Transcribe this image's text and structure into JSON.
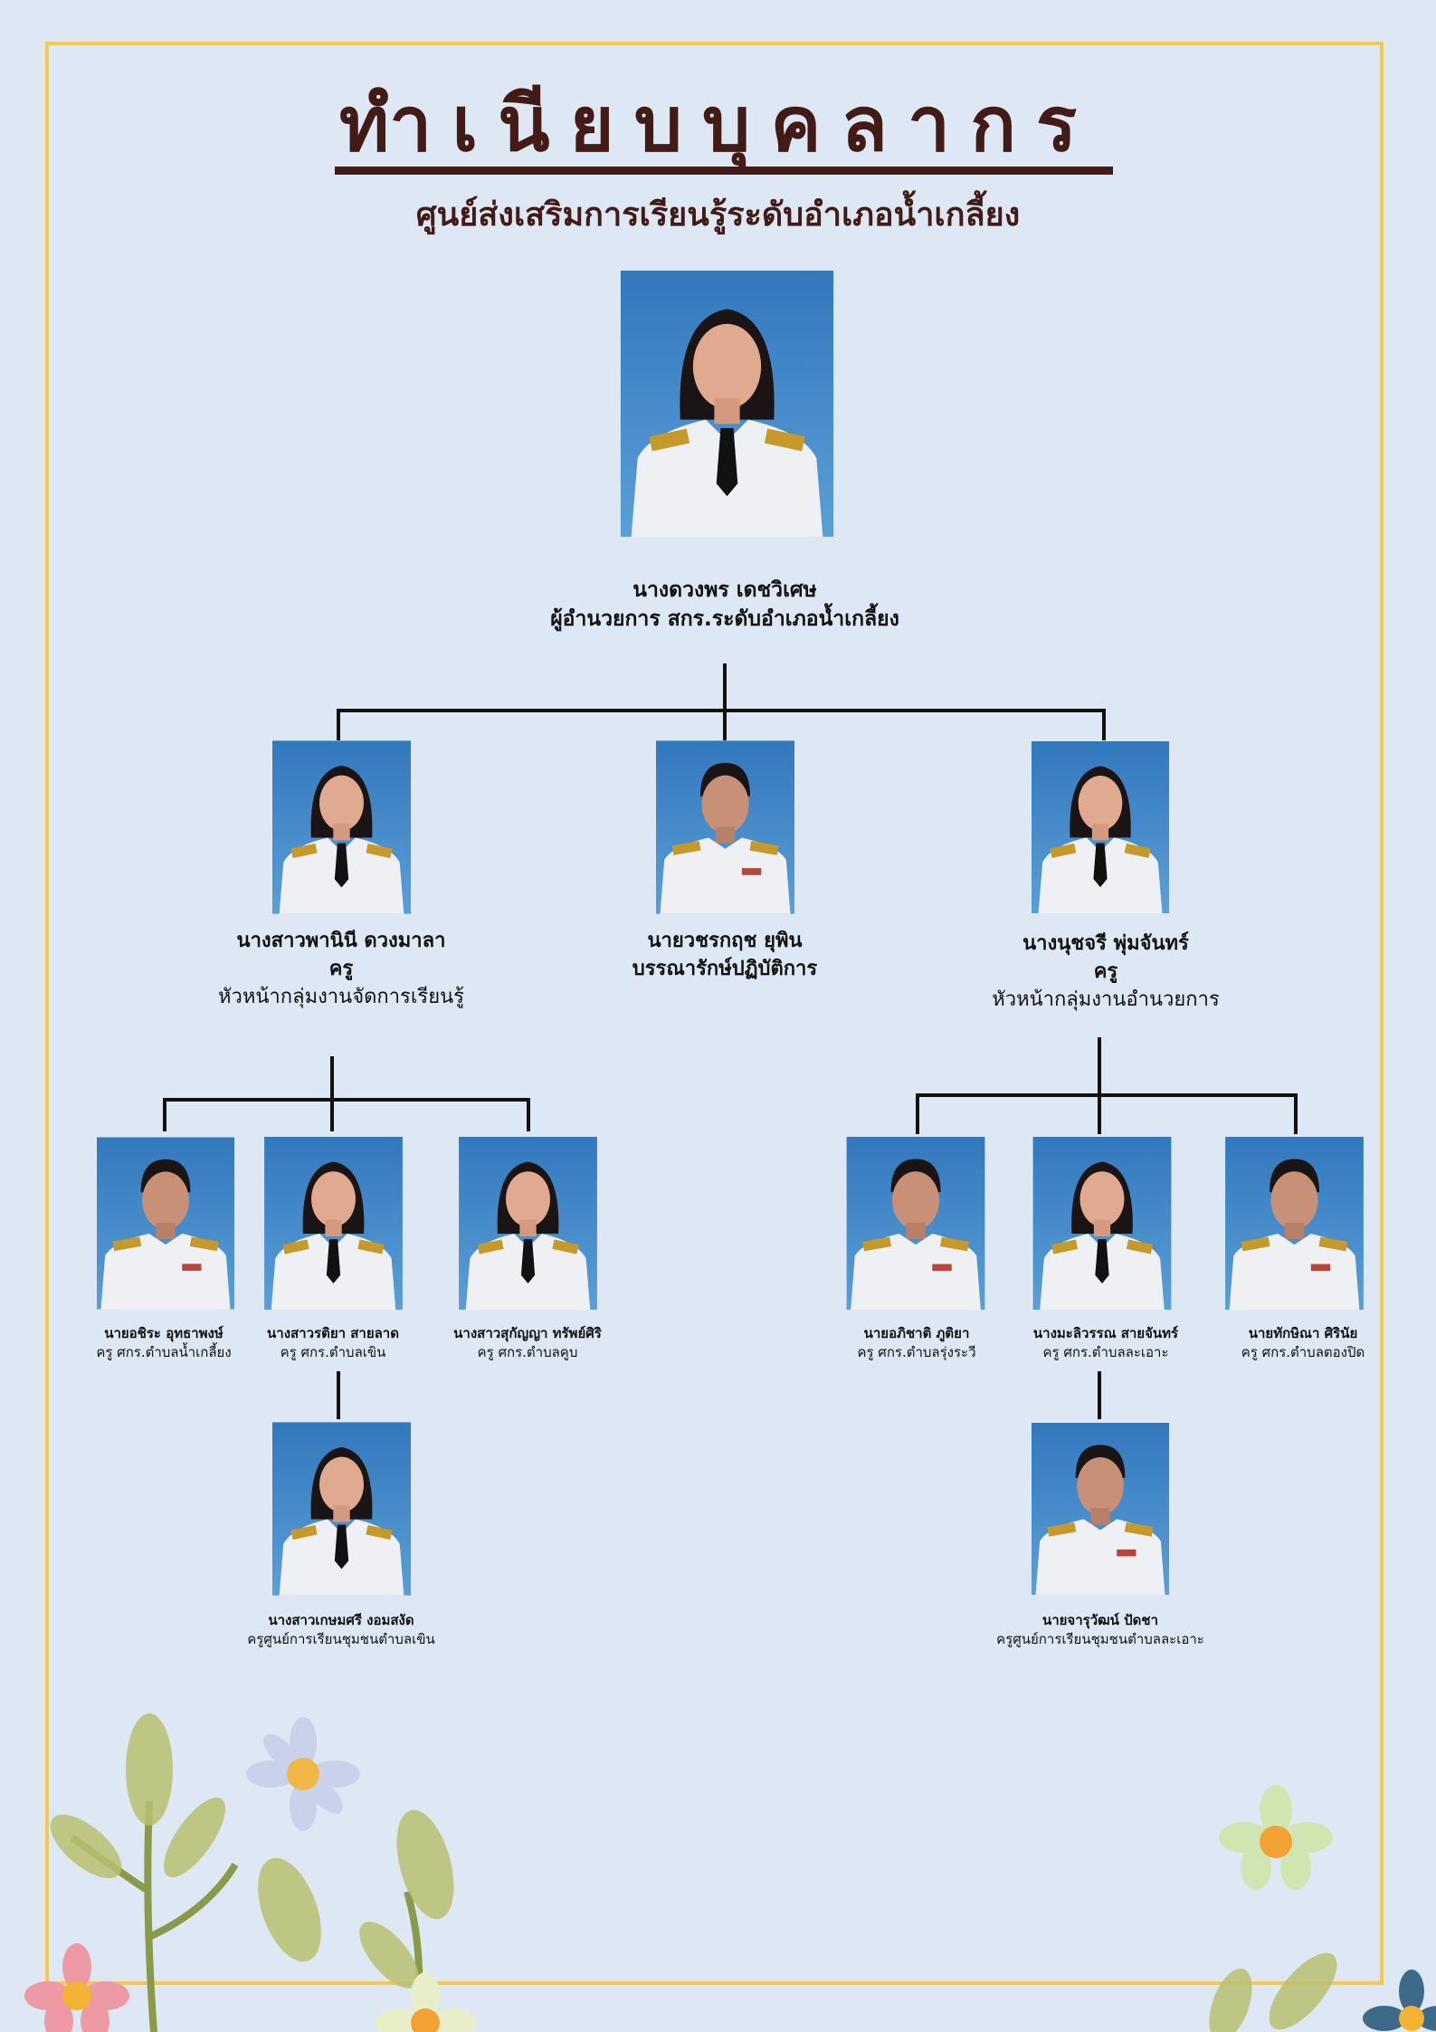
{
  "header": {
    "title": "ทำเนียบบุคลากร",
    "subtitle": "ศูนย์ส่งเสริมการเรียนรู้ระดับอำเภอน้ำเกลี้ยง"
  },
  "director": {
    "name": "นางดวงพร เดชวิเศษ",
    "role": "ผู้อำนวยการ  สกร.ระดับอำเภอน้ำเกลี้ยง"
  },
  "level2": [
    {
      "name": "นางสาวพานินี  ดวงมาลา",
      "role": "ครู",
      "duty": "หัวหน้ากลุ่มงานจัดการเรียนรู้"
    },
    {
      "name": "นายวชรกฤช  ยุพิน",
      "role": "บรรณารักษ์ปฏิบัติการ"
    },
    {
      "name": "นางนุชจรี  พุ่มจันทร์",
      "role": "ครู",
      "duty": "หัวหน้ากลุ่มงานอำนวยการ"
    }
  ],
  "level3": [
    {
      "name": "นายอชิระ  อุทธาพงษ์",
      "role": "ครู ศกร.ตำบลน้ำเกลี้ยง"
    },
    {
      "name": "นางสาวรติยา  สายลาด",
      "role": "ครู ศกร.ตำบลเขิน"
    },
    {
      "name": "นางสาวสุกัญญา ทรัพย์ศิริ",
      "role": "ครู ศกร.ตำบลคูบ"
    },
    {
      "name": "นายอภิชาติ ภูติยา",
      "role": "ครู ศกร.ตำบลรุ่งระวี"
    },
    {
      "name": "นางมะลิวรรณ  สายจันทร์",
      "role": "ครู ศกร.ตำบลละเอาะ"
    },
    {
      "name": "นายทักษิณา  ศิรินัย",
      "role": "ครู ศกร.ตำบลตองปิด"
    }
  ],
  "level4": [
    {
      "name": "นางสาวเกษมศรี  งอมสงัด",
      "role": "ครูศูนย์การเรียนชุมชนตำบลเขิน"
    },
    {
      "name": "นายจารุวัฒน์  ปัดชา",
      "role": "ครูศูนย์การเรียนชุมชนตำบลละเอาะ"
    }
  ],
  "colors": {
    "background": "#dde8f4",
    "frame": "#f7c948",
    "title": "#421a16",
    "photo_bg": "#3f86c6"
  }
}
